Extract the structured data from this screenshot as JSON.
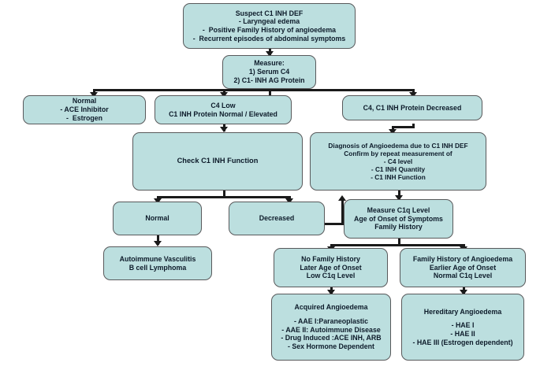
{
  "diagram": {
    "title": "C1 INH Deficiency / Angioedema Diagnostic Algorithm",
    "colors": {
      "node_fill": "#bcdfdf",
      "node_border": "#58595b",
      "connector": "#1a1a1a",
      "text": "#0d1b2a",
      "background": "#ffffff"
    },
    "nodes": [
      {
        "id": "suspect",
        "lines": [
          "Suspect C1 INH DEF",
          "- Laryngeal edema",
          "-  Positive Family History of angioedema",
          "-  Recurrent episodes of abdominal symptoms"
        ]
      },
      {
        "id": "measure",
        "lines": [
          "Measure:",
          "1) Serum C4",
          "2) C1- INH AG Protein"
        ]
      },
      {
        "id": "normal-ace",
        "lines": [
          "Normal",
          "- ACE Inhibitor",
          "-  Estrogen"
        ]
      },
      {
        "id": "c4-low",
        "lines": [
          "C4 Low",
          "C1 INH Protein Normal / Elevated"
        ]
      },
      {
        "id": "c4-c1inh-decreased",
        "lines": [
          "C4, C1 INH Protein Decreased"
        ]
      },
      {
        "id": "check-function",
        "lines": [
          "Check C1 INH Function"
        ]
      },
      {
        "id": "diagnosis",
        "lines": [
          "Diagnosis of Angioedema due to C1 INH DEF",
          "Confirm by repeat measurement of",
          "- C4 level",
          "- C1 INH Quantity",
          "- C1 INH Function"
        ]
      },
      {
        "id": "fn-normal",
        "lines": [
          "Normal"
        ]
      },
      {
        "id": "fn-decreased",
        "lines": [
          "Decreased"
        ]
      },
      {
        "id": "measure-c1q",
        "lines": [
          "Measure C1q Level",
          "Age of Onset of Symptoms",
          "Family History"
        ]
      },
      {
        "id": "autoimmune",
        "lines": [
          "Autoimmune Vasculitis",
          "B cell Lymphoma"
        ]
      },
      {
        "id": "no-family-history",
        "lines": [
          "No Family History",
          "Later Age of Onset",
          "Low C1q Level"
        ]
      },
      {
        "id": "family-history",
        "lines": [
          "Family History of Angioedema",
          "Earlier Age of Onset",
          "Normal C1q Level"
        ]
      },
      {
        "id": "acquired",
        "title": "Acquired Angioedema",
        "lines": [
          "- AAE I:Paraneoplastic",
          "- AAE II: Autoimmune Disease",
          "- Drug Induced :ACE INH, ARB",
          "- Sex Hormone Dependent"
        ]
      },
      {
        "id": "hereditary",
        "title": "Hereditary Angioedema",
        "lines": [
          "- HAE I",
          "- HAE II",
          "- HAE III (Estrogen dependent)"
        ]
      }
    ]
  }
}
